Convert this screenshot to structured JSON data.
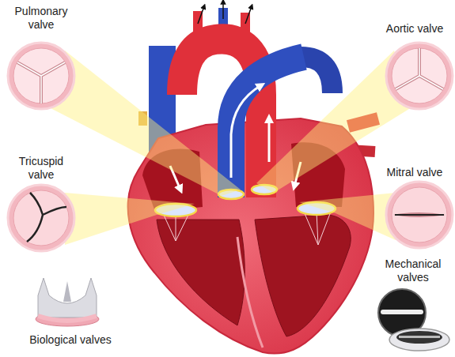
{
  "diagram": {
    "labels": [
      "Pulmonary valve",
      "Aortic valve",
      "Tricuspid valve",
      "Mitral valve",
      "Mechanical valves",
      "Biological valves"
    ]
  }
}
